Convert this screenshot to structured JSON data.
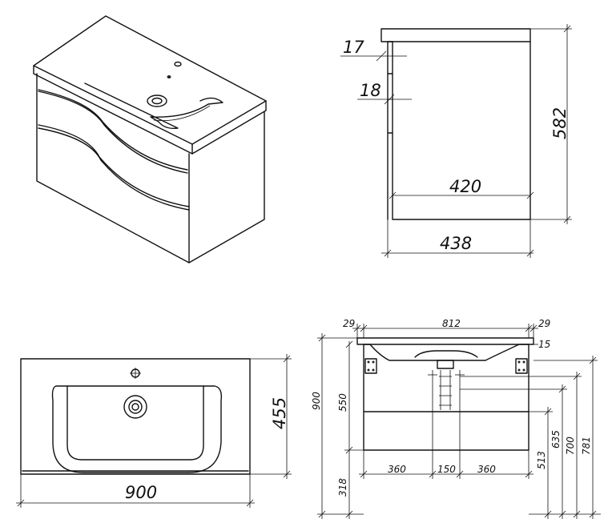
{
  "side_view": {
    "dims": {
      "top_gap": "17",
      "drawer_gap": "18",
      "inner_depth": "420",
      "outer_depth": "438",
      "height": "582"
    }
  },
  "top_view": {
    "dims": {
      "width": "900",
      "depth": "455"
    }
  },
  "front_view": {
    "dims": {
      "width": "812",
      "left_margin": "29",
      "right_margin": "29",
      "top_offset": "15",
      "total_height": "900",
      "cabinet_height": "550",
      "floor_gap": "318",
      "spacing_left": "360",
      "spacing_mid": "150",
      "spacing_right": "360",
      "h513": "513",
      "h635": "635",
      "h700": "700",
      "h781": "781"
    }
  }
}
